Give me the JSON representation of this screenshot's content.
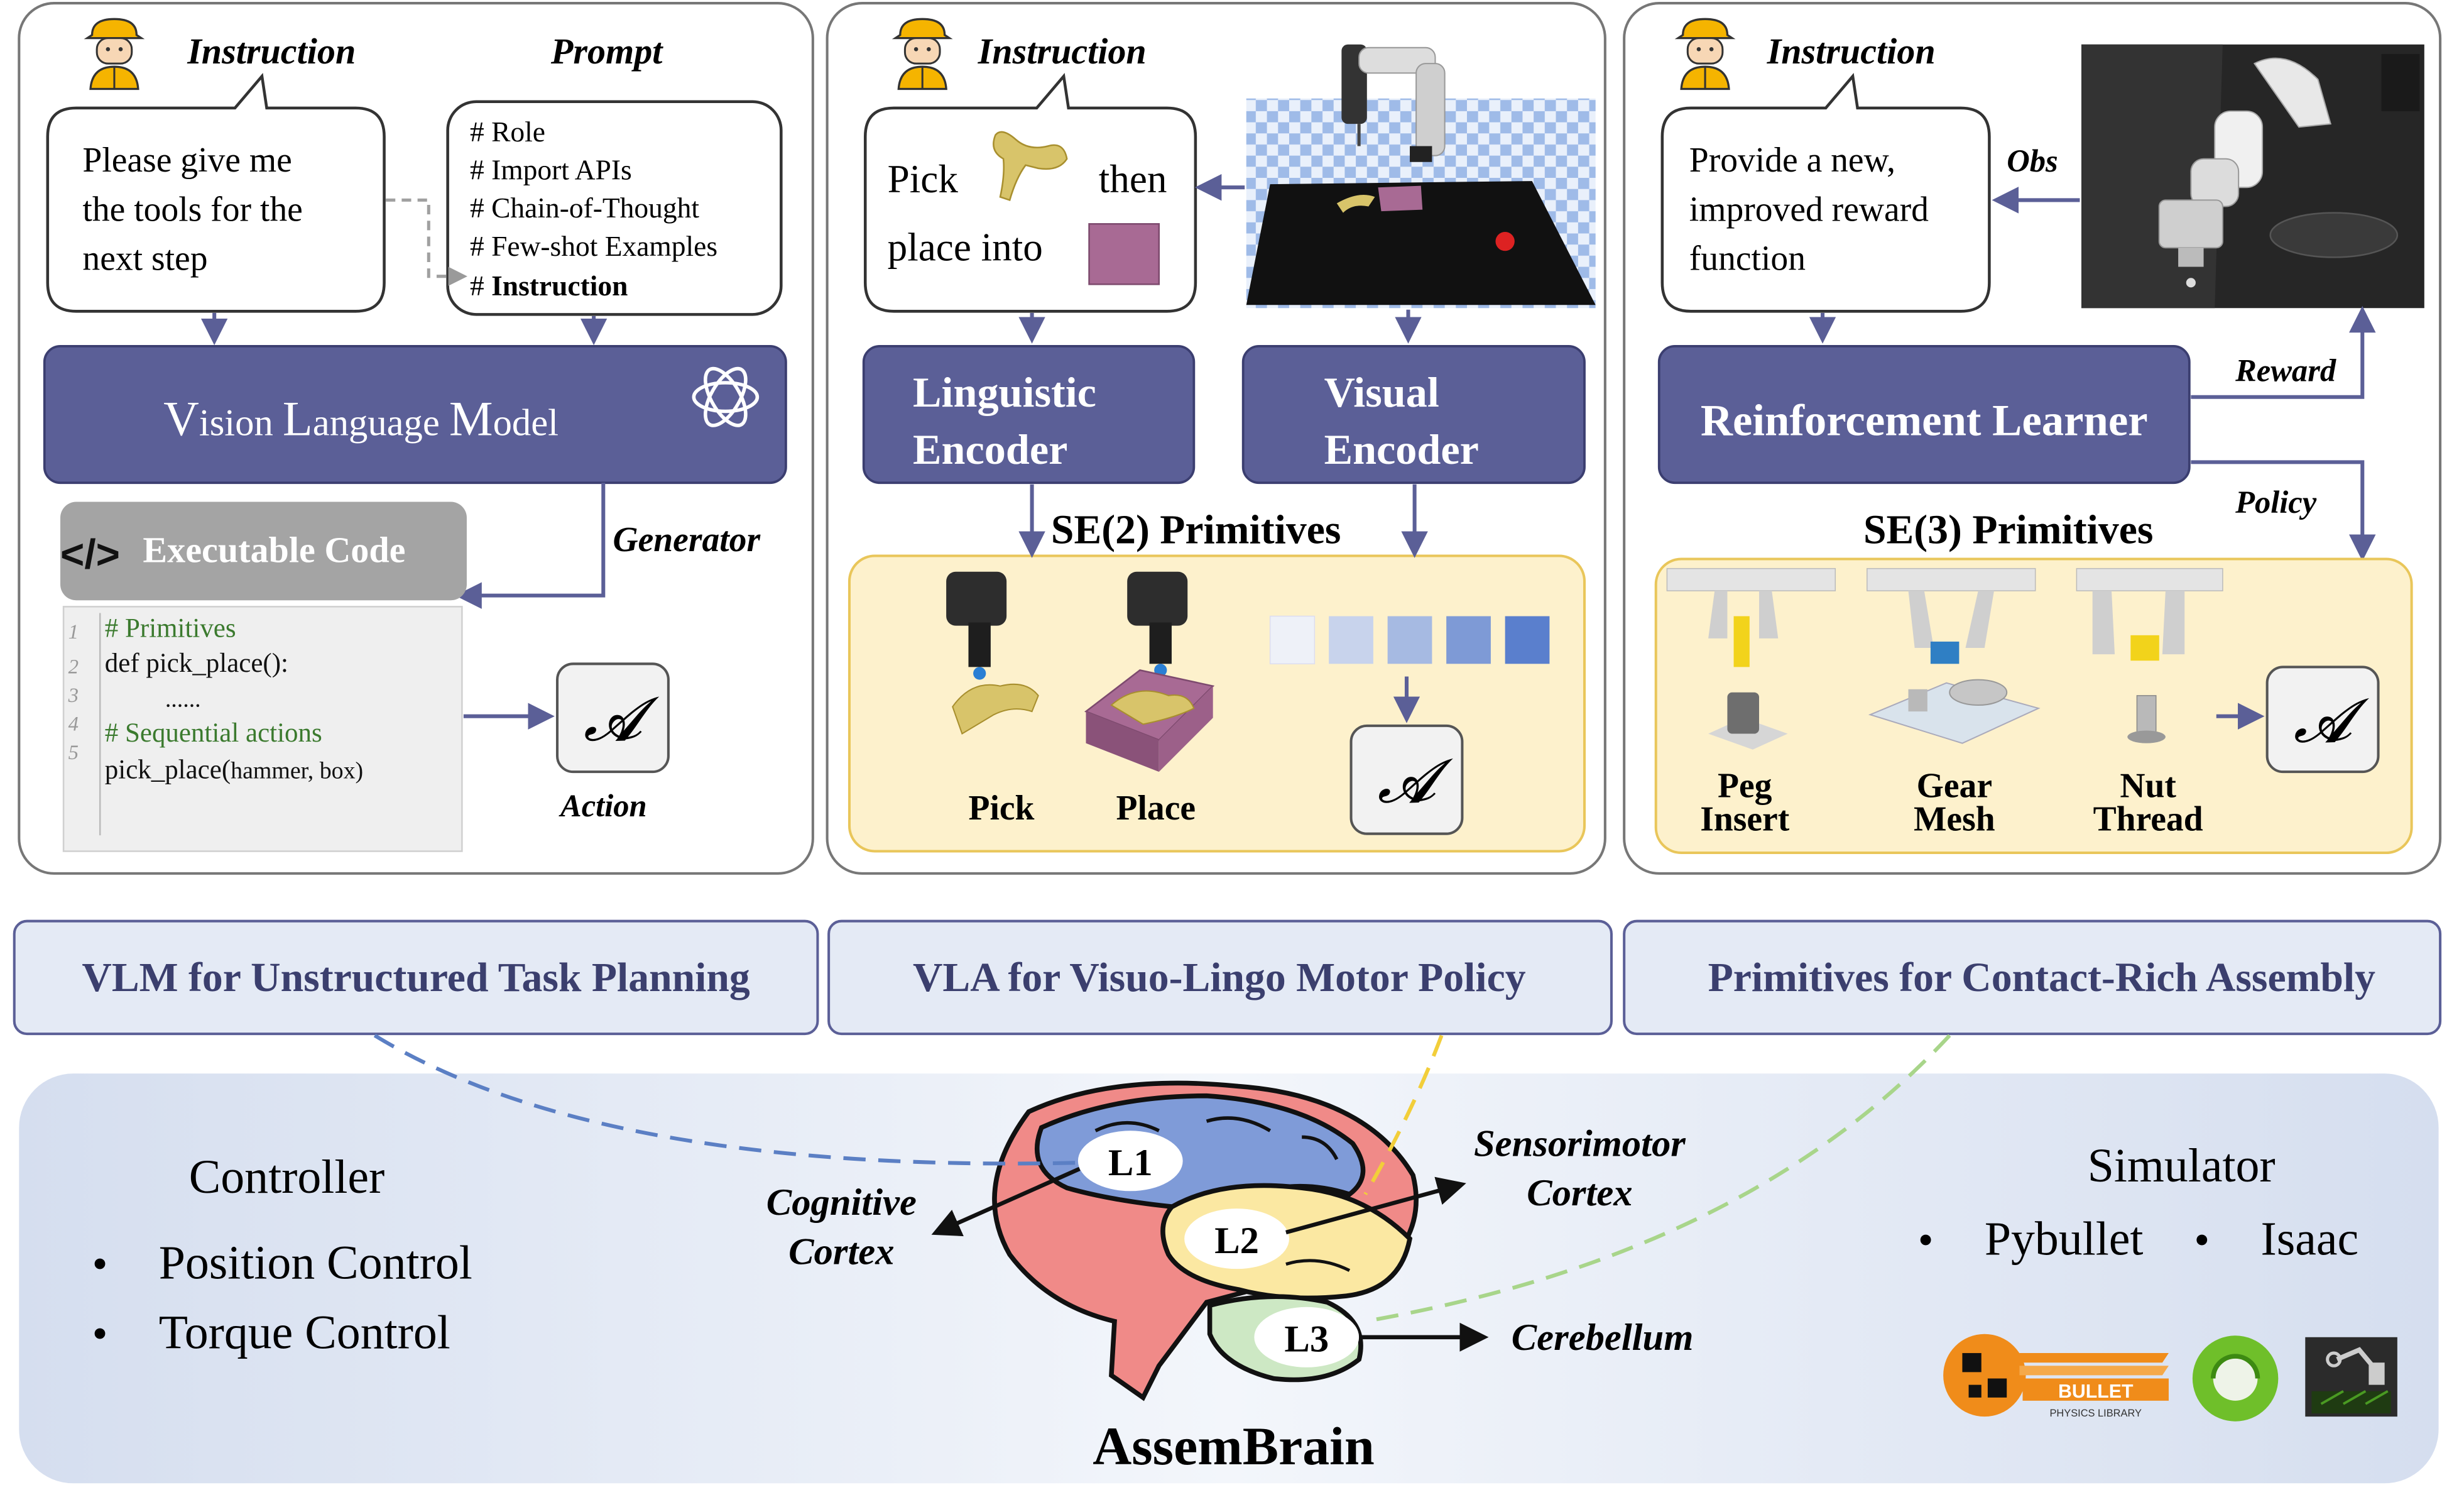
{
  "panel1": {
    "instruction_label": "Instruction",
    "prompt_label": "Prompt",
    "instruction_lines": [
      "Please give me",
      "the tools for the",
      "next step"
    ],
    "prompt_lines": [
      "# Role",
      "# Import APIs",
      "# Chain-of-Thought",
      "# Few-shot Examples"
    ],
    "prompt_last_hash": "# ",
    "prompt_last_bold": "Instruction",
    "vlm_v": "V",
    "vlm_ision": "ision ",
    "vlm_l": "L",
    "vlm_anguage": "anguage ",
    "vlm_m": "M",
    "vlm_odel": "odel",
    "code_header": "Executable Code",
    "code_icon": "</>",
    "generator_label": "Generator",
    "action_label": "Action",
    "action_symbol": "𝓐",
    "code_line_numbers": [
      "1",
      "2",
      "3",
      "4",
      "5"
    ],
    "code_c1": "# Primitives",
    "code_l2": "def pick_place():",
    "code_l3": "......",
    "code_c4": "# Sequential actions",
    "code_l5_fn": "pick_place(",
    "code_l5_args": "hammer, box)"
  },
  "panel2": {
    "instruction_label": "Instruction",
    "pick": "Pick",
    "then": "then",
    "place_into": "place into",
    "ling_1": "Linguistic",
    "ling_2": "Encoder",
    "vis_1": "Visual",
    "vis_2": "Encoder",
    "se2_title": "SE(2)  Primitives",
    "pick_label": "Pick",
    "place_label": "Place",
    "action_symbol": "𝓐"
  },
  "panel3": {
    "instruction_label": "Instruction",
    "instruction_lines": [
      "Provide a new,",
      "improved reward",
      "function"
    ],
    "obs_label": "Obs",
    "rl_label": "Reinforcement Learner",
    "reward_label": "Reward",
    "policy_label": "Policy",
    "se3_title": "SE(3) Primitives",
    "peg_1": "Peg",
    "peg_2": "Insert",
    "gear_1": "Gear",
    "gear_2": "Mesh",
    "nut_1": "Nut",
    "nut_2": "Thread",
    "action_symbol": "𝓐"
  },
  "banners": [
    "VLM for Unstructured Task Planning",
    "VLA for Visuo-Lingo Motor Policy",
    "Primitives for Contact-Rich Assembly"
  ],
  "bottom": {
    "controller_title": "Controller",
    "controller_items": [
      "Position Control",
      "Torque Control"
    ],
    "cognitive_1": "Cognitive",
    "cognitive_2": "Cortex",
    "sensorimotor_1": "Sensorimotor",
    "sensorimotor_2": "Cortex",
    "cerebellum": "Cerebellum",
    "l1": "L1",
    "l2": "L2",
    "l3": "L3",
    "brain_title": "AssemBrain",
    "simulator_title": "Simulator",
    "sim_items": [
      "Pybullet",
      "Isaac"
    ],
    "bullet_logo": "BULLET",
    "bullet_sub": "PHYSICS LIBRARY"
  },
  "colors": {
    "block_fill": "#5B5F97",
    "banner_fill": "#E4EAF5",
    "yellow_panel": "#FDF1CC",
    "bottom_panel": "#DCE4F2",
    "code_green": "#3B7A2E",
    "arrow": "#5B5F97"
  }
}
